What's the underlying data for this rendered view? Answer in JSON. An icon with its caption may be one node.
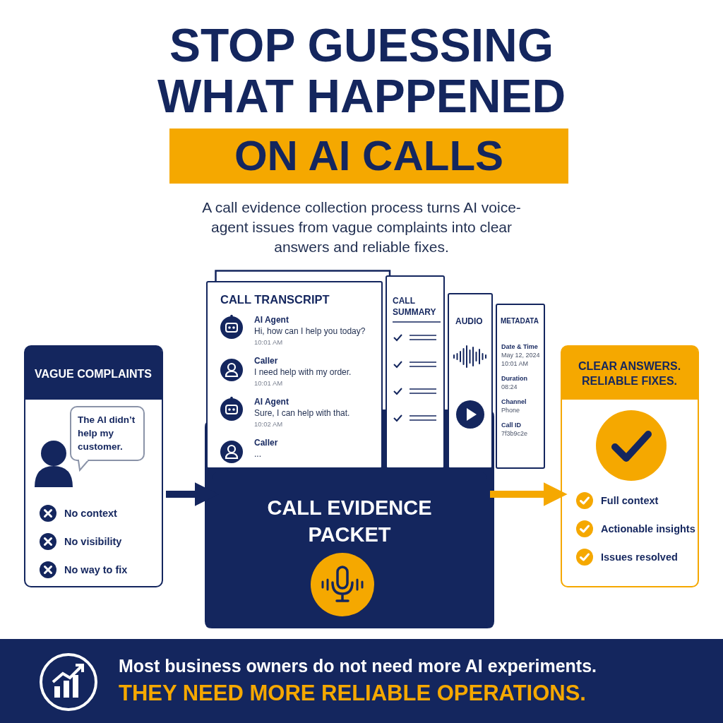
{
  "diagram": {
    "title": "STOP GUESSING WHAT HAPPENED",
    "nodes": [
      {
        "text": [
          "VAGUE COMPLAINTS",
          "No context",
          "No visibility",
          "No way to fix"
        ]
      },
      {
        "text": [
          "The AI didn’t help my customer."
        ],
        "in": 0
      },
      {
        "text": [
          "CALL EVIDENCE PACKET"
        ]
      },
      {
        "text": [
          "CALL TRANSCRIPT",
          "AI Agent",
          "Hi, how can I help you today?",
          "10:01 AM",
          "Caller",
          "I need help with my order.",
          "10:01 AM",
          "AI Agent",
          "Sure, I can help with that.",
          "10:02 AM",
          "Caller",
          "..."
        ]
      },
      {
        "text": [
          "CALL SUMMARY"
        ]
      },
      {
        "text": [
          "AUDIO"
        ]
      },
      {
        "text": [
          "METADATA",
          "Date & Time",
          "May 12, 2024 10:01 AM",
          "Duration",
          "08:24",
          "Channel",
          "Phone",
          "Call ID",
          "7f3b9c2e"
        ]
      },
      {
        "text": [
          "CLEAR ANSWERS. RELIABLE FIXES.",
          "Full context",
          "Actionable insights",
          "Issues resolved"
        ]
      }
    ],
    "edges": [
      {
        "from": 0,
        "to": 2,
        "arrow": "to"
      },
      {
        "from": 2,
        "to": 7,
        "arrow": "to",
        "color": "#f5a800"
      }
    ],
    "labels": [
      "ON AI CALLS",
      "A call evidence collection process turns AI voice-agent issues from vague complaints into clear answers and reliable fixes.",
      "Most business owners do not need more AI experiments.",
      "THEY NEED MORE RELIABLE OPERATIONS."
    ]
  }
}
